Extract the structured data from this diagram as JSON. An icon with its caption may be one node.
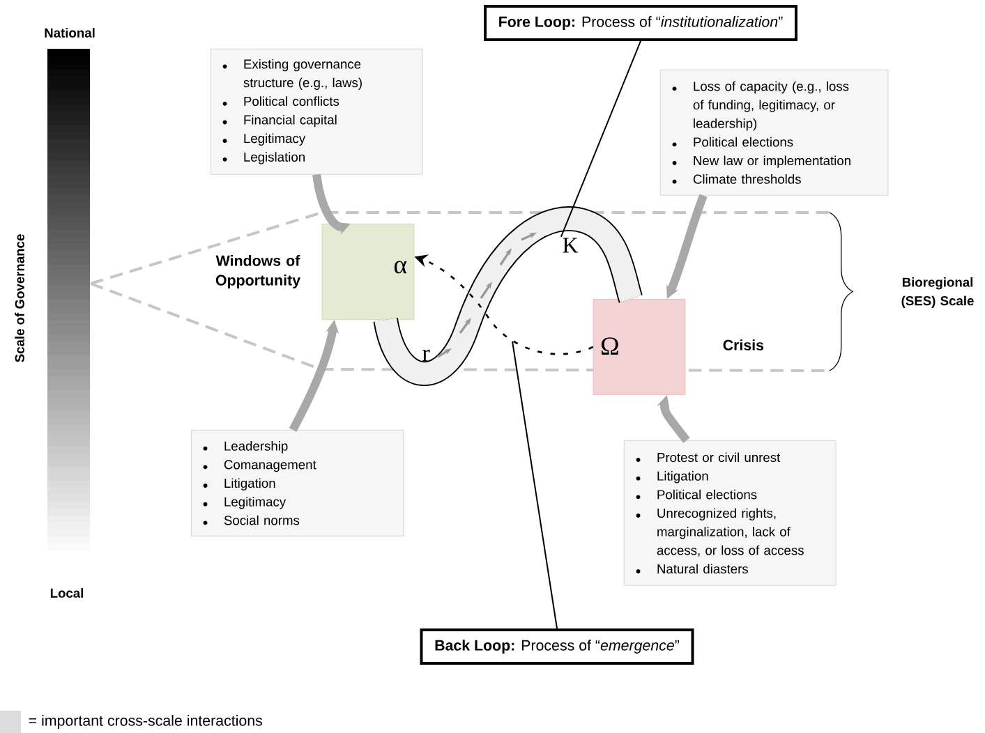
{
  "diagram": {
    "nodes": [
      {
        "text": [
          "Existing governance structure (e.g., laws)",
          "Political conflicts",
          "Financial capital",
          "Legitimacy",
          "Legislation"
        ]
      },
      {
        "text": [
          "**Fore Loop:** Process of “*institutionalization*”"
        ]
      },
      {
        "text": [
          "Loss of capacity (e.g., loss of funding, legitimacy, or leadership)",
          "Political elections",
          "New law or implementation",
          "Climate thresholds"
        ]
      },
      {
        "text": [
          "α"
        ],
        "beside": [
          "Windows of Opportunity"
        ]
      },
      {
        "text": [
          "K"
        ]
      },
      {
        "text": [
          "Ω"
        ],
        "beside": [
          "Crisis"
        ]
      },
      {
        "text": [
          "Leadership",
          "Comanagement",
          "Litigation",
          "Legitimacy",
          "Social norms"
        ]
      },
      {
        "text": [
          "Protest or civil unrest",
          "Litigation",
          "Political elections",
          "Unrecognized rights, marginalization, lack of access, or loss of access",
          "Natural diasters"
        ]
      },
      {
        "text": [
          "**Back Loop:** Process of “*emergence*”"
        ]
      }
    ],
    "edges": [
      {
        "from": 0,
        "to": 3,
        "arrow": "to",
        "color": "#a8a8a8"
      },
      {
        "from": 6,
        "to": 3,
        "arrow": "to",
        "color": "#a8a8a8"
      },
      {
        "from": 2,
        "to": 5,
        "arrow": "to",
        "color": "#a8a8a8"
      },
      {
        "from": 7,
        "to": 5,
        "arrow": "to",
        "color": "#a8a8a8"
      },
      {
        "from": 3,
        "to": 5,
        "arrow": "none",
        "style": "thick",
        "color": "#000000"
      },
      {
        "from": 5,
        "to": 3,
        "arrow": "to",
        "style": "dashed",
        "color": "#000000"
      },
      {
        "from": 1,
        "to": 4,
        "arrow": "none",
        "color": "#000000"
      },
      {
        "from": 8,
        "to": null,
        "arrow": "none",
        "color": "#000000"
      }
    ],
    "labels": [
      "National",
      "Scale of Governance",
      "Local",
      "r",
      "Bioregional (SES) Scale"
    ],
    "legend": [
      {
        "text": "= important cross-scale interactions",
        "color": "#dcdcdc"
      }
    ]
  }
}
